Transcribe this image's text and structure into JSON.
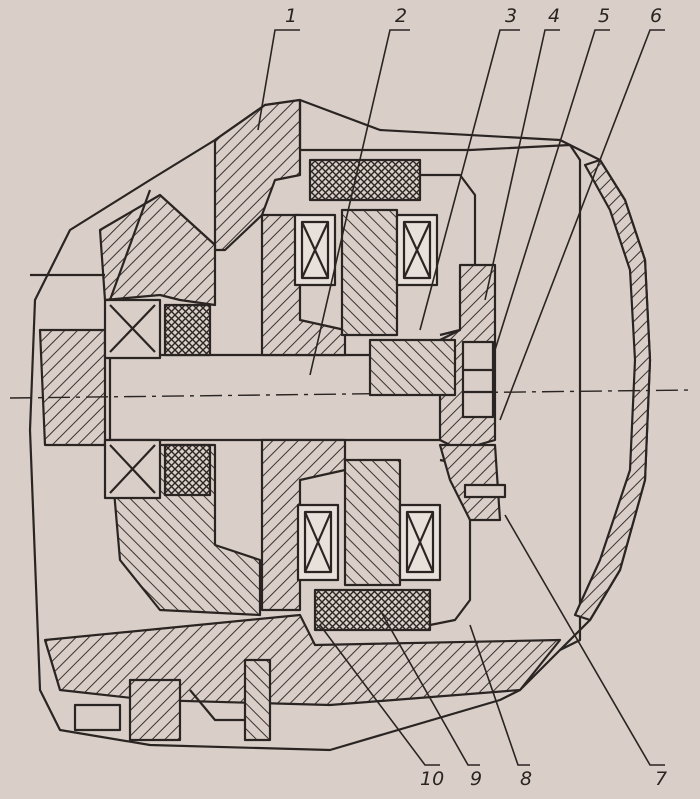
{
  "figure": {
    "callouts": [
      {
        "label": "1"
      },
      {
        "label": "2"
      },
      {
        "label": "3"
      },
      {
        "label": "4"
      },
      {
        "label": "5"
      },
      {
        "label": "6"
      },
      {
        "label": "7"
      },
      {
        "label": "8"
      },
      {
        "label": "9"
      },
      {
        "label": "10"
      }
    ]
  },
  "colors": {
    "paper": "#d9cfc8",
    "ink": "#2a2422",
    "hatch": "#3a3230",
    "winding": "#e8e0da"
  }
}
